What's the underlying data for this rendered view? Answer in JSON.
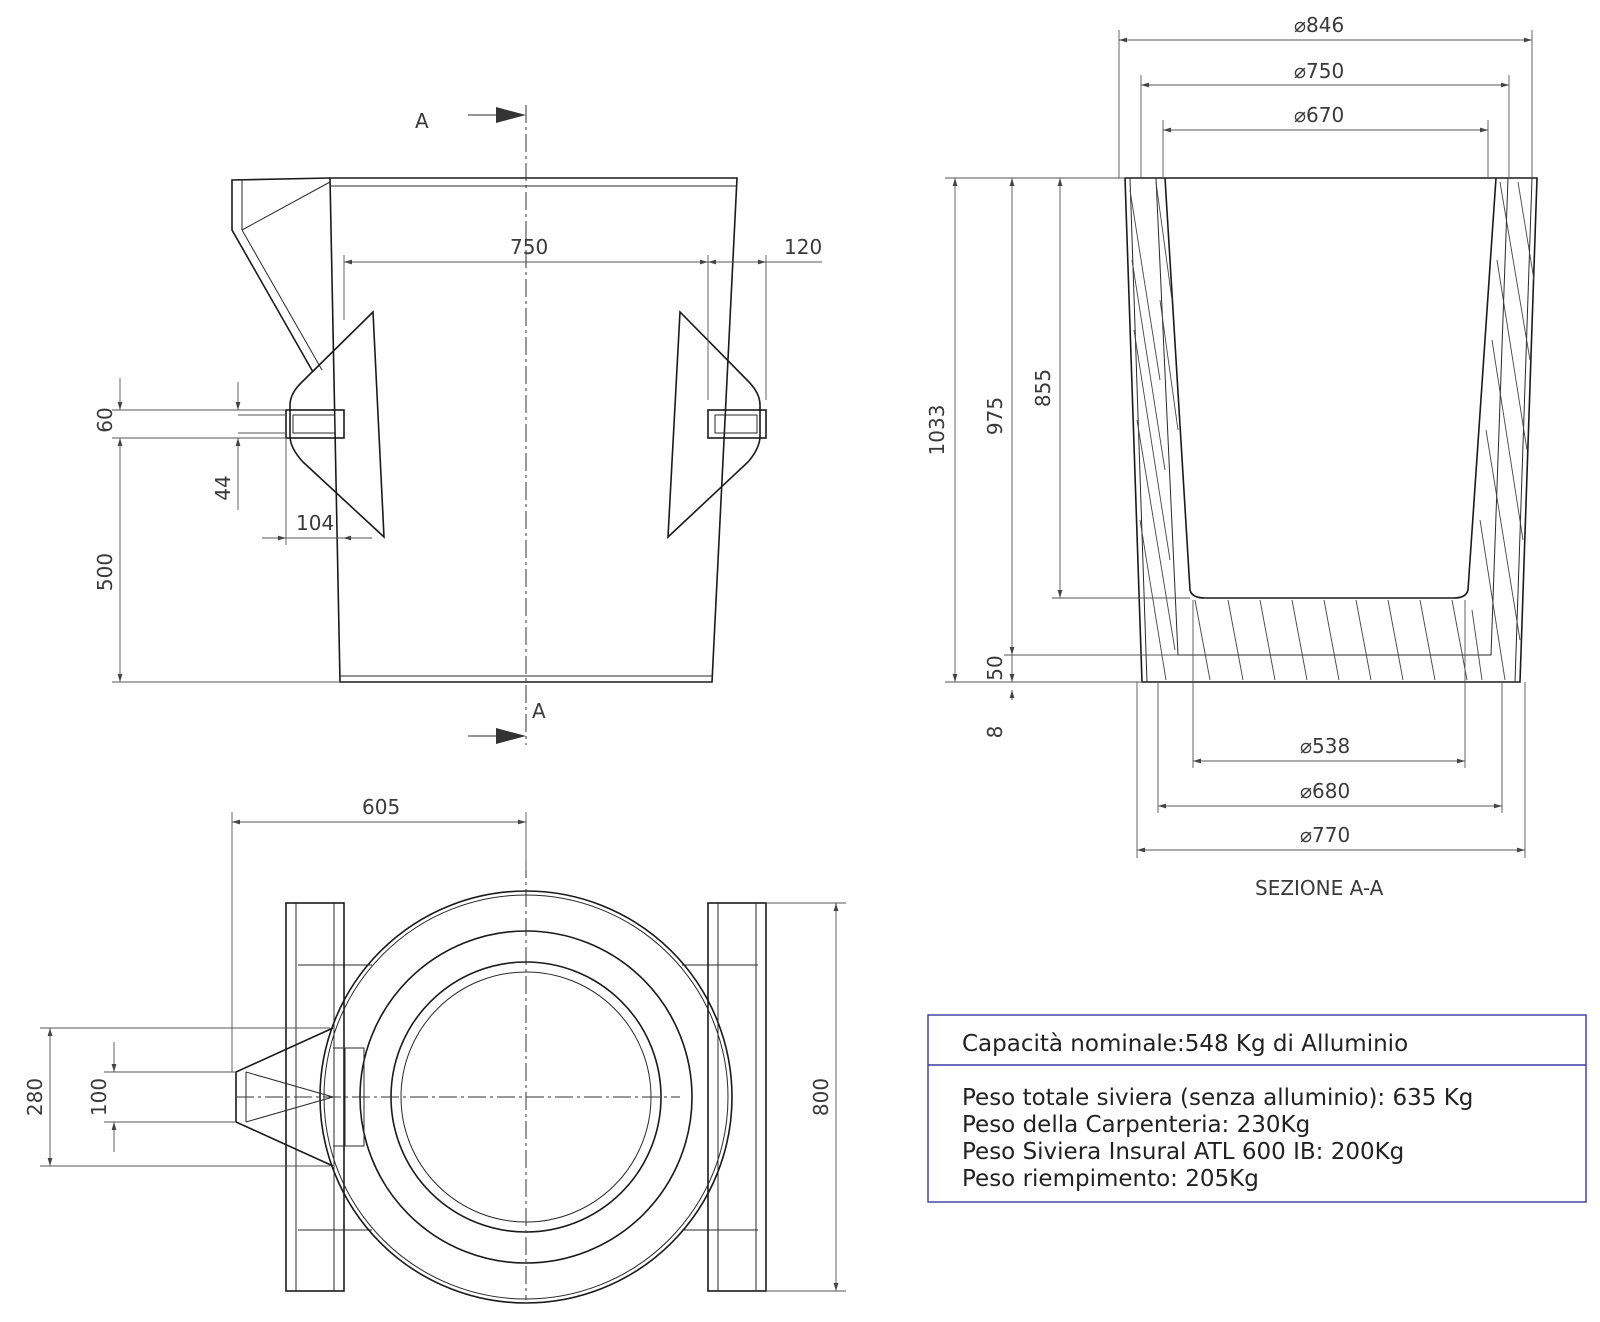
{
  "section_marks": {
    "top": "A",
    "bottom": "A"
  },
  "front_view": {
    "dim_width": "750",
    "dim_handle": "120",
    "dim_60": "60",
    "dim_44": "44",
    "dim_104": "104",
    "dim_500": "500"
  },
  "section_view": {
    "title": "SEZIONE A-A",
    "dia_846": "⌀846",
    "dia_750": "⌀750",
    "dia_670": "⌀670",
    "dim_1033": "1033",
    "dim_975": "975",
    "dim_855": "855",
    "dim_50": "50",
    "dim_8": "8",
    "dia_538": "⌀538",
    "dia_680": "⌀680",
    "dia_770": "⌀770"
  },
  "plan_view": {
    "dim_605": "605",
    "dim_280": "280",
    "dim_100": "100",
    "dim_800": "800"
  },
  "title_block": {
    "capacity": "Capacità nominale:548 Kg di Alluminio",
    "lines": [
      "Peso totale siviera (senza alluminio): 635 Kg",
      "Peso della Carpenteria: 230Kg",
      "Peso Siviera Insural ATL 600 IB: 200Kg",
      "Peso riempimento: 205Kg"
    ]
  }
}
